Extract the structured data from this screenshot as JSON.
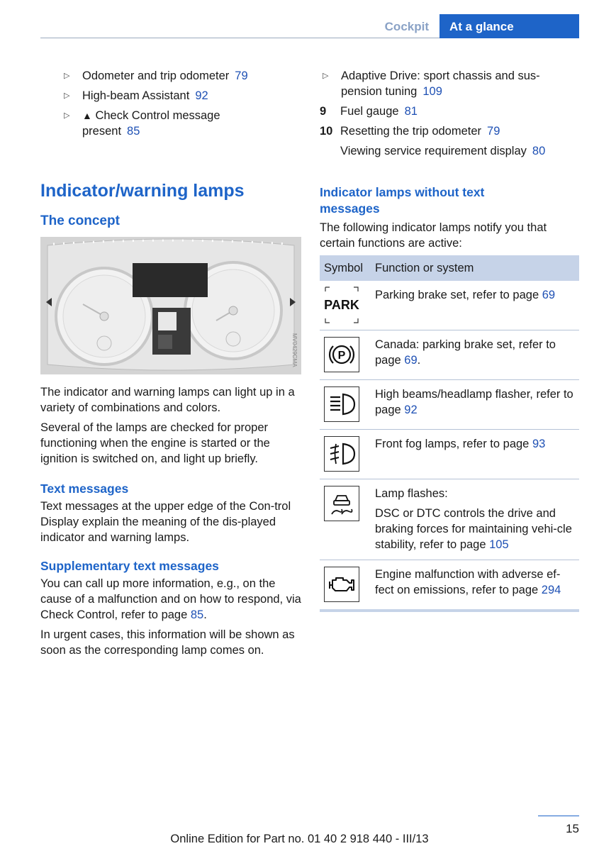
{
  "header": {
    "section": "Cockpit",
    "active_tab": "At a glance"
  },
  "left_list": [
    {
      "text": "Odometer and trip odometer",
      "page": "79"
    },
    {
      "text": "High-beam Assistant",
      "page": "92"
    },
    {
      "text_line1": "Check Control message",
      "text_line2": "present",
      "page": "85"
    }
  ],
  "right_list": {
    "sub_bullet": {
      "line1": "Adaptive Drive: sport chassis and sus-",
      "line2": "pension tuning",
      "page": "109"
    },
    "item9": {
      "num": "9",
      "text": "Fuel gauge",
      "page": "81"
    },
    "item10": {
      "num": "10",
      "text": "Resetting the trip odometer",
      "page": "79"
    },
    "item10b": {
      "text": "Viewing service requirement display",
      "page": "80"
    }
  },
  "section": {
    "title": "Indicator/warning lamps",
    "concept_title": "The concept",
    "image_code": "MV0429CMA",
    "concept_p1": "The indicator and warning lamps can light up in a variety of combinations and colors.",
    "concept_p2": "Several of the lamps are checked for proper functioning when the engine is started or the ignition is switched on, and light up briefly.",
    "text_msg_title": "Text messages",
    "text_msg_p": "Text messages at the upper edge of the Con-trol Display explain the meaning of the dis-played indicator and warning lamps.",
    "supp_title": "Supplementary text messages",
    "supp_p1_pre": "You can call up more information, e.g., on the cause of a malfunction and on how to respond, via Check Control, refer to page ",
    "supp_p1_page": "85",
    "supp_p2": "In urgent cases, this information will be shown as soon as the corresponding lamp comes on."
  },
  "lamps": {
    "title_line1": "Indicator lamps without text",
    "title_line2": "messages",
    "intro": "The following indicator lamps notify you that certain functions are active:",
    "col_symbol": "Symbol",
    "col_function": "Function or system",
    "rows": [
      {
        "icon": "park-icon",
        "icon_text": "PARK",
        "text": "Parking brake set, refer to page ",
        "page": "69",
        "suffix": ""
      },
      {
        "icon": "parking-brake-circle-icon",
        "text": "Canada: parking brake set, refer to page ",
        "page": "69",
        "suffix": "."
      },
      {
        "icon": "high-beam-icon",
        "text": "High beams/headlamp flasher, refer to page ",
        "page": "92",
        "suffix": ""
      },
      {
        "icon": "front-fog-lamp-icon",
        "text": "Front fog lamps, refer to page ",
        "page": "93",
        "suffix": ""
      },
      {
        "icon": "dsc-skid-car-icon",
        "text": "Lamp flashes:",
        "text2": "DSC or DTC controls the drive and braking forces for maintaining vehi-cle stability, refer to page ",
        "page": "105",
        "suffix": ""
      },
      {
        "icon": "engine-malfunction-icon",
        "text": "Engine malfunction with adverse ef-fect on emissions, refer to page ",
        "page": "294",
        "suffix": ""
      }
    ]
  },
  "page_number": "15",
  "footer": "Online Edition for Part no. 01 40 2 918 440 - III/13"
}
